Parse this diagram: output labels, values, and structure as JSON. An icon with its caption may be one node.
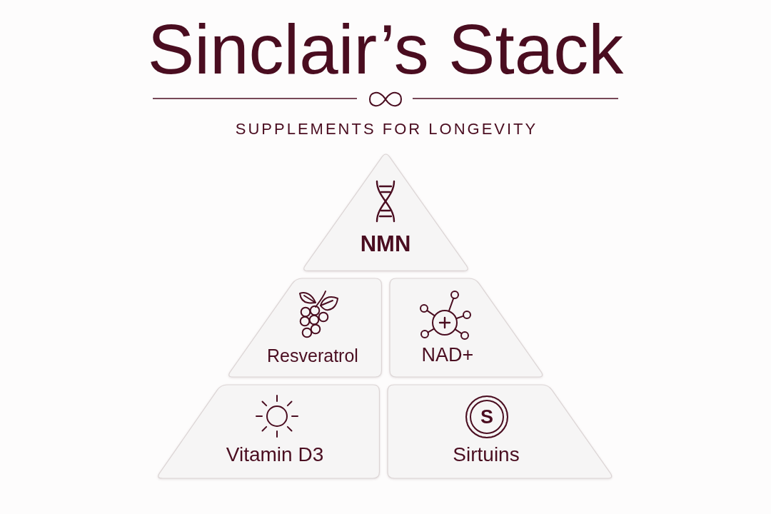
{
  "diagram": {
    "title": "Sinclair’s Stack",
    "nodes": [
      {
        "text": [
          "NMN"
        ]
      },
      {
        "text": [
          "Resveratrol"
        ]
      },
      {
        "text": [
          "NAD+"
        ]
      },
      {
        "text": [
          "Vitamin D3"
        ]
      },
      {
        "text": [
          "S",
          "Sirtuins"
        ]
      }
    ],
    "labels": [
      "SUPPLEMENTS FOR LONGEVITY"
    ]
  }
}
